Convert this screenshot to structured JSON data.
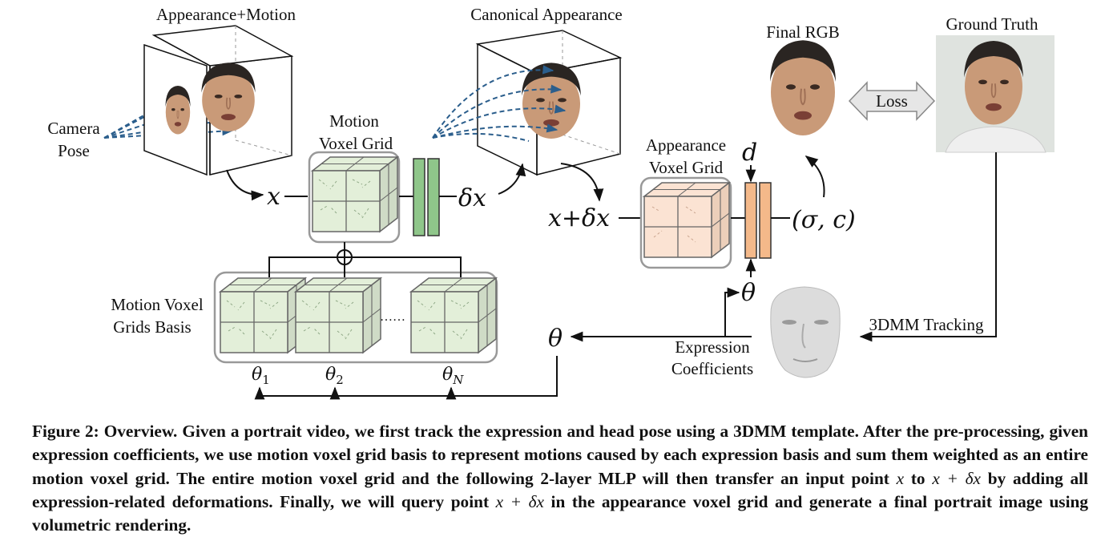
{
  "labels": {
    "appearance_motion": "Appearance+Motion",
    "canonical_appearance": "Canonical Appearance",
    "final_rgb": "Final RGB",
    "ground_truth": "Ground Truth",
    "loss": "Loss",
    "camera": "Camera",
    "pose": "Pose",
    "motion_voxel_grid_line1": "Motion",
    "motion_voxel_grid_line2": "Voxel Grid",
    "appearance_voxel_grid_line1": "Appearance",
    "appearance_voxel_grid_line2": "Voxel Grid",
    "motion_basis_line1": "Motion Voxel",
    "motion_basis_line2": "Grids Basis",
    "expression_line1": "Expression",
    "expression_line2": "Coefficients",
    "tracking": "3DMM Tracking",
    "ellipsis": "……"
  },
  "math": {
    "x": "x",
    "delta_x": "δx",
    "x_plus_delta_x": "x+δx",
    "d": "d",
    "theta": "θ",
    "sigma_c": "(σ, c)",
    "theta_1": "θ",
    "sub_1": "1",
    "theta_2": "θ",
    "sub_2": "2",
    "theta_n": "θ",
    "sub_n": "N"
  },
  "caption": {
    "label": "Figure 2:",
    "p1": "Overview. Given a portrait video, we first track the expression and head pose using a 3DMM template. After the pre-processing, given expression coefficients, we use motion voxel grid basis to represent motions caused by each expression basis and sum them weighted as an entire motion voxel grid. The entire motion voxel grid and the following 2-layer MLP will then transfer an input point",
    "x1": "x",
    "p2": "to",
    "xdx1": "x + δx",
    "p3": "by adding all expression-related deformations. Finally, we will query point",
    "xdx2": "x + δx",
    "p4": "in the appearance voxel grid and generate a final portrait image using volumetric rendering."
  },
  "colors": {
    "motion_cube_fill": "#e3efd9",
    "appearance_cube_fill": "#fbe3d3",
    "mlp_green": "#8fc68a",
    "mlp_orange": "#f4b98a",
    "ray_blue": "#2b5e8c",
    "skin": "#c99a78",
    "hair": "#2a2522",
    "ground_truth_bg": "#dfe3df",
    "loss_arrow_fill": "#e6e6e6"
  },
  "icons": [
    "camera-pose-rays",
    "face-photo",
    "3dmm-mesh-face",
    "double-arrow"
  ]
}
